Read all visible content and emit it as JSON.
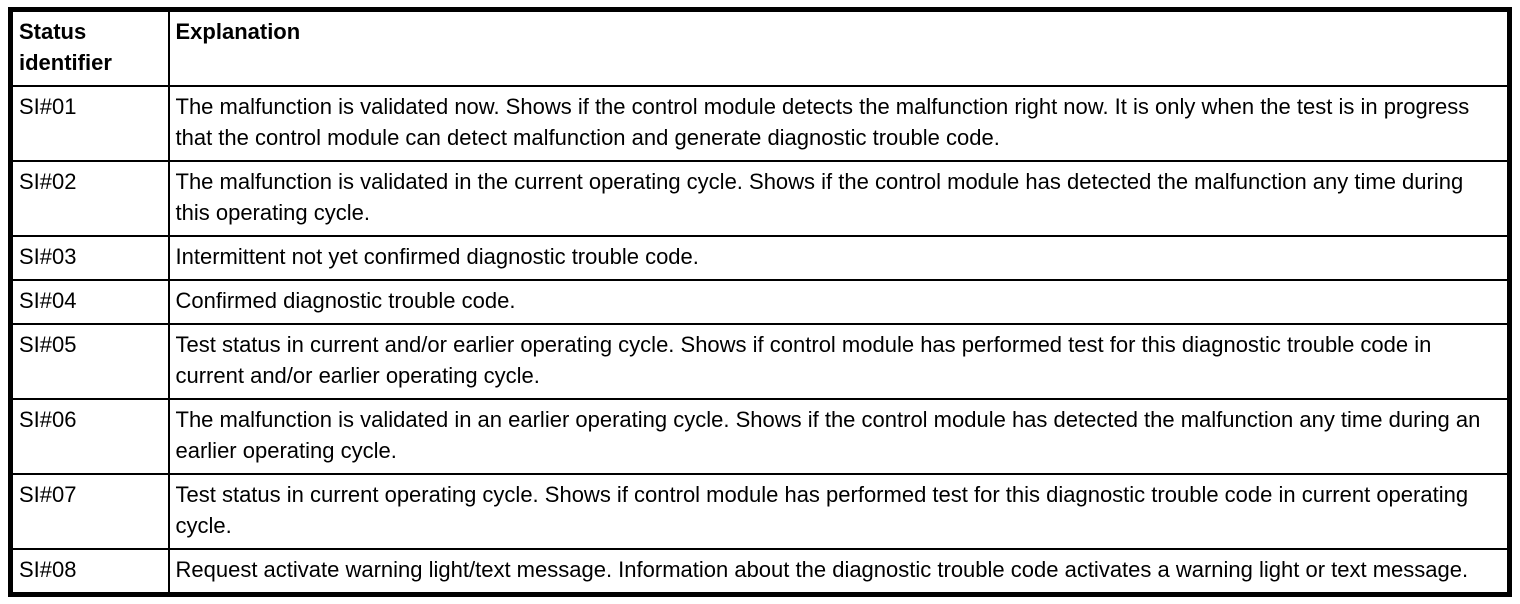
{
  "table": {
    "columns": [
      "Status identifier",
      "Explanation"
    ],
    "rows": [
      {
        "id": "SI#01",
        "explanation": "The malfunction is validated now. Shows if the control module detects the malfunction right now. It is only when the test is in progress that the control module can detect malfunction and generate diagnostic trouble code."
      },
      {
        "id": "SI#02",
        "explanation": "The malfunction is validated in the current operating cycle. Shows if the control module has detected the malfunction any time during this operating cycle."
      },
      {
        "id": "SI#03",
        "explanation": "Intermittent not yet confirmed diagnostic trouble code."
      },
      {
        "id": "SI#04",
        "explanation": "Confirmed diagnostic trouble code."
      },
      {
        "id": "SI#05",
        "explanation": "Test status in current and/or earlier operating cycle. Shows if control module has performed test for this diagnostic trouble code in current and/or earlier operating cycle."
      },
      {
        "id": "SI#06",
        "explanation": "The malfunction is validated in an earlier operating cycle. Shows if the control module has detected the malfunction any time during an earlier operating cycle."
      },
      {
        "id": "SI#07",
        "explanation": "Test status in current operating cycle. Shows if control module has performed test for this diagnostic trouble code in current operating cycle."
      },
      {
        "id": "SI#08",
        "explanation": "Request activate warning light/text message. Information about the diagnostic trouble code activates a warning light or text message."
      }
    ]
  }
}
